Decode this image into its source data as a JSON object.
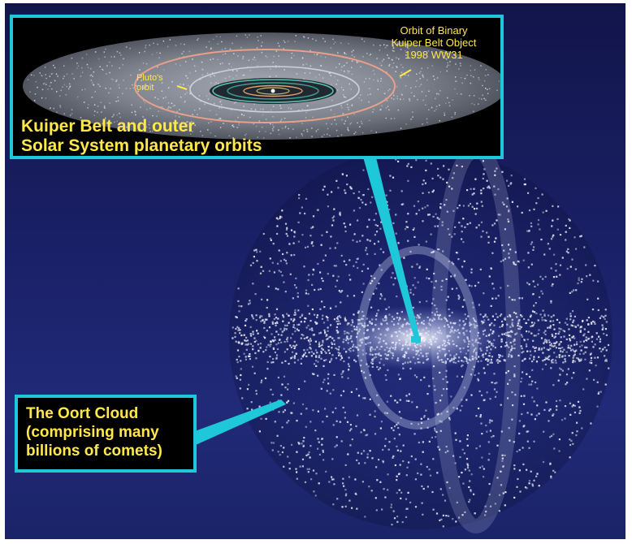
{
  "inset": {
    "title_line1": "Kuiper Belt and outer",
    "title_line2": "Solar System planetary orbits",
    "orbit_label_line1": "Orbit of Binary",
    "orbit_label_line2": "Kuiper Belt Object",
    "orbit_label_line3": "1998 WW31",
    "pluto_label_line1": "Pluto's",
    "pluto_label_line2": "orbit"
  },
  "oort_box": {
    "line1": "The Oort Cloud",
    "line2": "(comprising many",
    "line3": "billions of comets)"
  },
  "colors": {
    "label_text": "#ffe84a",
    "callout_border": "#1fc8d8",
    "background": "#1a2066",
    "orbit_binary": "#e8a08a",
    "comet_dots": "#e8ecf5"
  }
}
